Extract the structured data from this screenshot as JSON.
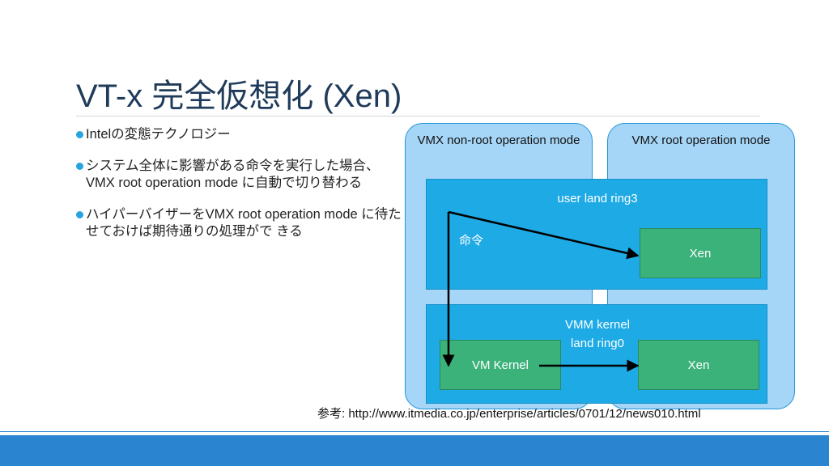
{
  "slide": {
    "title": "VT-x 完全仮想化 (Xen)",
    "bullets": [
      "Intelの変態テクノロジー",
      "システム全体に影響がある命令を実行した場合、VMX root operation mode に自動で切り替わる",
      "ハイパーバイザーをVMX root operation mode に待たせておけば期待通りの処理がで きる"
    ],
    "reference": "参考: http://www.itmedia.co.jp/enterprise/articles/0701/12/news010.html"
  },
  "diagram": {
    "non_root_label": "VMX non-root operation mode",
    "root_label": "VMX root operation mode",
    "user_land_label": "user land ring3",
    "kernel_land_label": "VMM kernel land ring0",
    "xen_user_label": "Xen",
    "vm_kernel_label": "VM Kernel",
    "xen_kernel_label": "Xen",
    "instruction_label": "命令"
  },
  "colors": {
    "accent": "#2a84cf",
    "panel_fill": "#a6d6f7",
    "layer_fill": "#1eaae5",
    "box_fill": "#3cb27b",
    "bullet_dot": "#27a3e0"
  }
}
